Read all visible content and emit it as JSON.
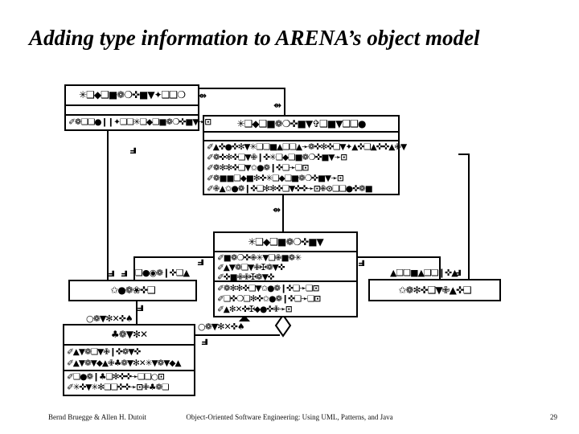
{
  "slide": {
    "title": "Adding type information to ARENA’s object model",
    "footer": {
      "author": "Bernd Bruegge & Allen H. Dutoit",
      "book": "Object-Oriented Software Engineering: Using UML, Patterns, and Java",
      "page": "29"
    }
  },
  "diagram": {
    "ink_color": "#000000",
    "fill_color": "#ffffff",
    "classes": [
      {
        "id": "tournament-form",
        "name": "✳❑◆❑■❁❍✜■▼✦❑❑❍",
        "attributes": [],
        "methods": [
          "✐❁❑❑●❙❙✦❑❑✳❑◆❑■❁❍✜■▼➛⊡"
        ]
      },
      {
        "id": "tournament-control",
        "name": "✳❑◆❑■❁❍✜■▼✞❑■▼❑❑●",
        "attributes": [],
        "methods": [
          "✐▲✜●✜✻▼✳❑❏■▲❑❏▲➛❁✜✻✜❑▼✦▲✜❑▲✜✜▲✙▼",
          "✐❁✜✻✜❑▼✙❙✜✳❑◆❑■❁❍✜■▼➛⊡",
          "✐❁✻✻✜❑▼✩●❁❙✜❑➛❑⊡",
          "✐❁■■❑◆■✻✜✳❑◆❑■❁❍✜■▼➛⊡",
          "✐✙▲✩●❁❙✜❑✻✻✜❑▼✜✜➛⊡✙⊙❑❑●✜❁■"
        ]
      },
      {
        "id": "tournament",
        "name": "✳❑◆❑■❁❍✜■▼",
        "attributes": [
          "✐■❁❍✜✙✳▼❑✙■❁✳",
          "✐▲▼❁❑▼✙✠❁▼✜",
          "✐✜■✙✙✠❁▼✜"
        ],
        "methods": [
          "✐❁✻✻✜❑▼✩●❁❙✜❑➛❑⊡",
          "✐❑✜❍❑✻✜✩●❁❙✜❑➛❑⊡",
          "✐▲✻✕✜✠◆●✜✙➛⊡"
        ]
      },
      {
        "id": "league",
        "name": "✩●❁❀✜❑",
        "attributes": [],
        "methods": []
      },
      {
        "id": "match",
        "name": "♣❁▼✻✕",
        "attributes": [
          "✐▲▼❁❑▼✙❙✜❁▼✜",
          "✐▲▼❁▼◆▲✙♣❁▼✻✕✳▼❁▼◆▲"
        ],
        "methods": [
          "✐❑●❁❙♣❑✻✜✜➛❑❏○⊡",
          "✐✳✜▼✳✻❑❏✜✜➛⊡✙♣❁❑"
        ]
      },
      {
        "id": "spectator",
        "name": "✩❁✻✜❑▼✙▲✜❑",
        "attributes": [],
        "methods": []
      }
    ],
    "labels": {
      "players": "❑●◉❁❙✜❑▲",
      "matches_league": "○❁▼✻✕✜♠",
      "matches_tournament": "○❁▼✻✕✜♠",
      "sponsors": "▲❑❏■▲❑❏❙✜▲"
    },
    "many_marker": "Ⅎ",
    "anchor_marker": "⇴"
  }
}
